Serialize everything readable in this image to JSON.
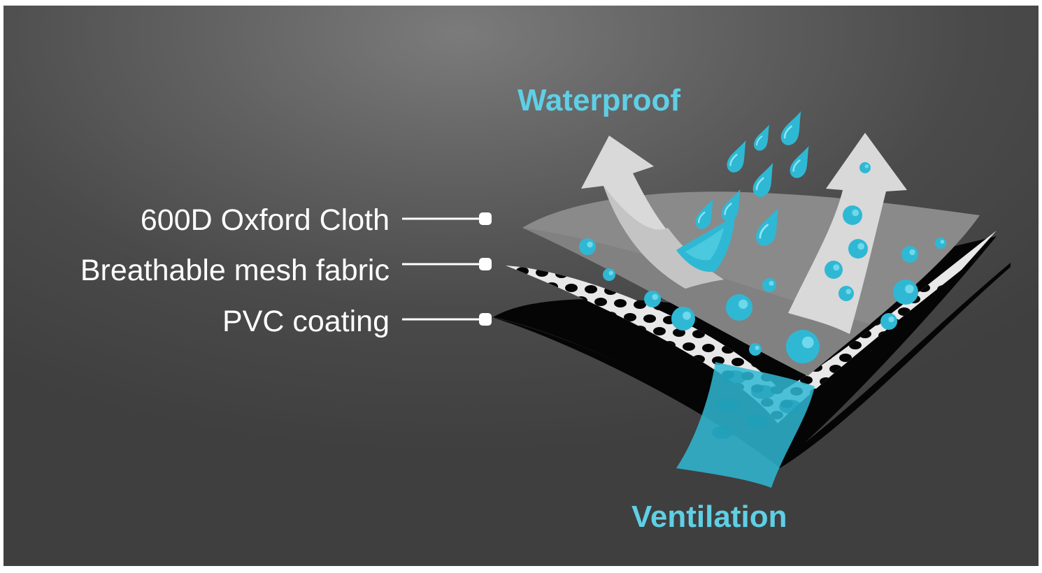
{
  "titles": {
    "waterproof": "Waterproof",
    "ventilation": "Ventilation"
  },
  "layers": [
    {
      "label": "600D Oxford Cloth"
    },
    {
      "label": "Breathable mesh fabric"
    },
    {
      "label": "PVC coating"
    }
  ],
  "colors": {
    "background": "#555555",
    "accent": "#5fcfe5",
    "water": "#2fb8d4",
    "arrow": "#d9d9d9",
    "oxford_layer": "#7f7f7f",
    "mesh_layer": "#e6e6e6",
    "pvc_layer": "#050505",
    "text": "#ffffff"
  },
  "icons": [
    "water-drop-icon",
    "arrow-up-icon",
    "connector-dot-icon"
  ]
}
